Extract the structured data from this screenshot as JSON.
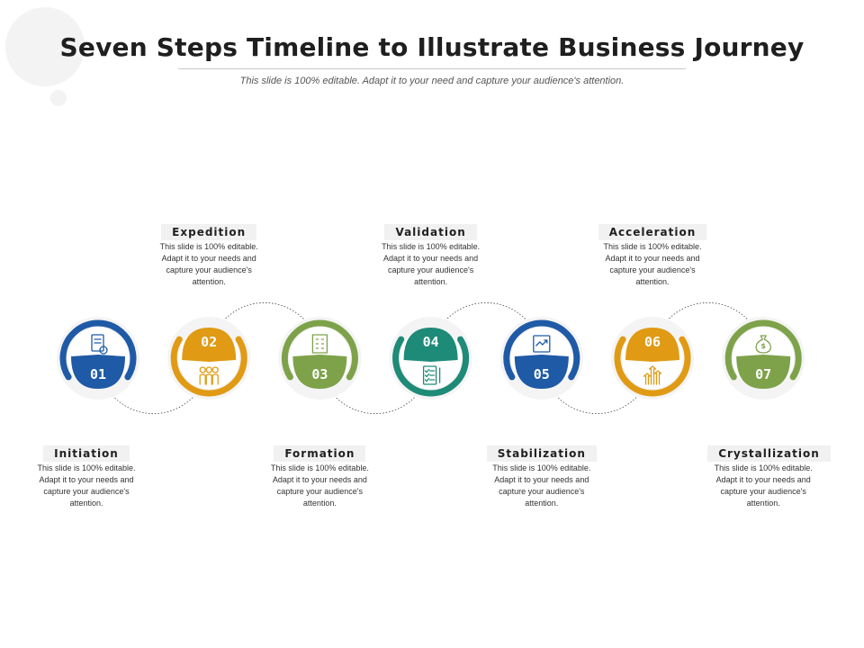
{
  "title": "Seven Steps Timeline to Illustrate Business Journey",
  "subtitle": "This slide is 100% editable. Adapt it to your need and capture your audience's attention.",
  "steps": [
    {
      "number": "01",
      "title": "Initiation",
      "description": "This slide is 100% editable. Adapt it to your needs and capture your audience's attention.",
      "color": "#1f5aa6",
      "icon": "certificate-icon",
      "number_position": "bottom",
      "label_position": "below"
    },
    {
      "number": "02",
      "title": "Expedition",
      "description": "This slide is 100% editable. Adapt it to your needs and capture your audience's attention.",
      "color": "#e09a14",
      "icon": "team-icon",
      "number_position": "top",
      "label_position": "above"
    },
    {
      "number": "03",
      "title": "Formation",
      "description": "This slide is 100% editable. Adapt it to your needs and capture your audience's attention.",
      "color": "#7ea24a",
      "icon": "building-icon",
      "number_position": "bottom",
      "label_position": "below"
    },
    {
      "number": "04",
      "title": "Validation",
      "description": "This slide is 100% editable. Adapt it to your needs and capture your audience's attention.",
      "color": "#1e8a78",
      "icon": "checklist-icon",
      "number_position": "top",
      "label_position": "above"
    },
    {
      "number": "05",
      "title": "Stabilization",
      "description": "This slide is 100% editable. Adapt it to your needs and capture your audience's attention.",
      "color": "#1f5aa6",
      "icon": "trend-chart-icon",
      "number_position": "bottom",
      "label_position": "below"
    },
    {
      "number": "06",
      "title": "Acceleration",
      "description": "This slide is 100% editable. Adapt it to your needs and capture your audience's attention.",
      "color": "#e09a14",
      "icon": "growth-arrows-icon",
      "number_position": "top",
      "label_position": "above"
    },
    {
      "number": "07",
      "title": "Crystallization",
      "description": "This slide is 100% editable. Adapt it to your needs and capture your audience's attention.",
      "color": "#7ea24a",
      "icon": "money-bag-icon",
      "number_position": "bottom",
      "label_position": "below"
    }
  ]
}
